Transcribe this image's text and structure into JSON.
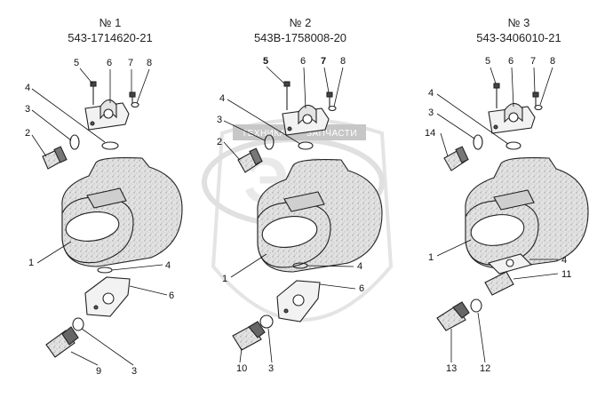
{
  "groups": [
    {
      "no": "№ 1",
      "code": "543-1714620-21"
    },
    {
      "no": "№ 2",
      "code": "543В-1758008-20"
    },
    {
      "no": "№ 3",
      "code": "543-3406010-21"
    }
  ],
  "callouts": {
    "g1": [
      "5",
      "6",
      "7",
      "8",
      "4",
      "3",
      "2",
      "1",
      "4",
      "6",
      "9",
      "3"
    ],
    "g2": [
      "5",
      "6",
      "7",
      "8",
      "4",
      "3",
      "2",
      "1",
      "4",
      "6",
      "10",
      "3"
    ],
    "g3": [
      "5",
      "6",
      "7",
      "8",
      "4",
      "3",
      "14",
      "1",
      "4",
      "11",
      "13",
      "12"
    ]
  },
  "watermark": {
    "logo": "ЭФ",
    "ribbon_left": "ТЕХНИКА",
    "ribbon_right": "ЗАПЧАСТИ"
  }
}
